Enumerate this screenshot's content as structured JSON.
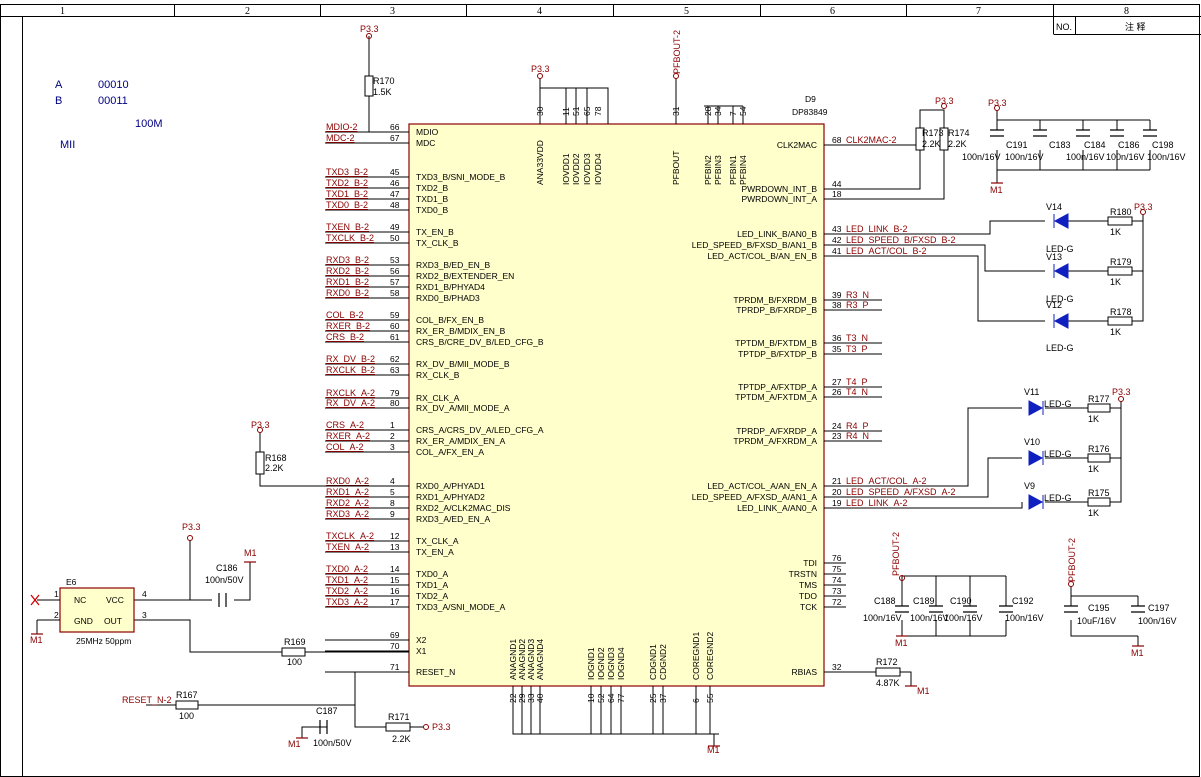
{
  "frame": {
    "columns": [
      "1",
      "2",
      "3",
      "4",
      "5",
      "6",
      "7",
      "8"
    ],
    "notes_header": {
      "no": "NO.",
      "title": "注  释"
    }
  },
  "info": {
    "a_label": "A",
    "a_value": "00010",
    "b_label": "B",
    "b_value": "00011",
    "speed": "100M",
    "mode": "MII"
  },
  "chip": {
    "ref": "D9",
    "part": "DP83849",
    "left_pins": [
      {
        "num": "66",
        "name": "MDIO",
        "net": "MDIO-2"
      },
      {
        "num": "67",
        "name": "MDC",
        "net": "MDC-2"
      },
      {
        "num": "45",
        "name": "TXD3_B/SNI_MODE_B",
        "net": "TXD3_B-2"
      },
      {
        "num": "46",
        "name": "TXD2_B",
        "net": "TXD2_B-2"
      },
      {
        "num": "47",
        "name": "TXD1_B",
        "net": "TXD1_B-2"
      },
      {
        "num": "48",
        "name": "TXD0_B",
        "net": "TXD0_B-2"
      },
      {
        "num": "49",
        "name": "TX_EN_B",
        "net": "TXEN_B-2"
      },
      {
        "num": "50",
        "name": "TX_CLK_B",
        "net": "TXCLK_B-2"
      },
      {
        "num": "53",
        "name": "RXD3_B/ED_EN_B",
        "net": "RXD3_B-2"
      },
      {
        "num": "56",
        "name": "RXD2_B/EXTENDER_EN",
        "net": "RXD2_B-2"
      },
      {
        "num": "57",
        "name": "RXD1_B/PHYAD4",
        "net": "RXD1_B-2"
      },
      {
        "num": "58",
        "name": "RXD0_B/PHAD3",
        "net": "RXD0_B-2"
      },
      {
        "num": "59",
        "name": "COL_B/FX_EN_B",
        "net": "COL_B-2"
      },
      {
        "num": "60",
        "name": "RX_ER_B/MDIX_EN_B",
        "net": "RXER_B-2"
      },
      {
        "num": "61",
        "name": "CRS_B/CRE_DV_B/LED_CFG_B",
        "net": "CRS_B-2"
      },
      {
        "num": "62",
        "name": "RX_DV_B/MII_MODE_B",
        "net": "RX_DV_B-2"
      },
      {
        "num": "63",
        "name": "RX_CLK_B",
        "net": "RXCLK_B-2"
      },
      {
        "num": "79",
        "name": "RX_CLK_A",
        "net": "RXCLK_A-2"
      },
      {
        "num": "80",
        "name": "RX_DV_A/MII_MODE_A",
        "net": "RX_DV_A-2"
      },
      {
        "num": "1",
        "name": "CRS_A/CRS_DV_A/LED_CFG_A",
        "net": "CRS_A-2"
      },
      {
        "num": "2",
        "name": "RX_ER_A/MDIX_EN_A",
        "net": "RXER_A-2"
      },
      {
        "num": "3",
        "name": "COL_A/FX_EN_A",
        "net": "COL_A-2"
      },
      {
        "num": "4",
        "name": "RXD0_A/PHYAD1",
        "net": "RXD0_A-2"
      },
      {
        "num": "5",
        "name": "RXD1_A/PHYAD2",
        "net": "RXD1_A-2"
      },
      {
        "num": "8",
        "name": "RXD2_A/CLK2MAC_DIS",
        "net": "RXD2_A-2"
      },
      {
        "num": "9",
        "name": "RXD3_A/ED_EN_A",
        "net": "RXD3_A-2"
      },
      {
        "num": "12",
        "name": "TX_CLK_A",
        "net": "TXCLK_A-2"
      },
      {
        "num": "13",
        "name": "TX_EN_A",
        "net": "TXEN_A-2"
      },
      {
        "num": "14",
        "name": "TXD0_A",
        "net": "TXD0_A-2"
      },
      {
        "num": "15",
        "name": "TXD1_A",
        "net": "TXD1_A-2"
      },
      {
        "num": "16",
        "name": "TXD2_A",
        "net": "TXD2_A-2"
      },
      {
        "num": "17",
        "name": "TXD3_A/SNI_MODE_A",
        "net": "TXD3_A-2"
      },
      {
        "num": "69",
        "name": "X2",
        "net": ""
      },
      {
        "num": "70",
        "name": "X1",
        "net": ""
      },
      {
        "num": "71",
        "name": "RESET_N",
        "net": ""
      }
    ],
    "right_pins": [
      {
        "num": "68",
        "name": "CLK2MAC",
        "net": "CLK2MAC-2"
      },
      {
        "num": "44",
        "name": "PWRDOWN_INT_B",
        "net": ""
      },
      {
        "num": "18",
        "name": "PWRDOWN_INT_A",
        "net": ""
      },
      {
        "num": "43",
        "name": "LED_LINK_B/AN0_B",
        "net": "LED_LINK_B-2"
      },
      {
        "num": "42",
        "name": "LED_SPEED_B/FXSD_B/AN1_B",
        "net": "LED_SPEED_B/FXSD_B-2"
      },
      {
        "num": "41",
        "name": "LED_ACT/COL_B/AN_EN_B",
        "net": "LED_ACT/COL_B-2"
      },
      {
        "num": "39",
        "name": "TPRDM_B/FXRDM_B",
        "net": "R3_N"
      },
      {
        "num": "38",
        "name": "TPRDP_B/FXRDP_B",
        "net": "R3_P"
      },
      {
        "num": "36",
        "name": "TPTDM_B/FXTDM_B",
        "net": "T3_N"
      },
      {
        "num": "35",
        "name": "TPTDP_B/FXTDP_B",
        "net": "T3_P"
      },
      {
        "num": "27",
        "name": "TPTDP_A/FXTDP_A",
        "net": "T4_P"
      },
      {
        "num": "26",
        "name": "TPTDM_A/FXTDM_A",
        "net": "T4_N"
      },
      {
        "num": "24",
        "name": "TPRDP_A/FXRDP_A",
        "net": "R4_P"
      },
      {
        "num": "23",
        "name": "TPRDM_A/FXRDM_A",
        "net": "R4_N"
      },
      {
        "num": "21",
        "name": "LED_ACT/COL_A/AN_EN_A",
        "net": "LED_ACT/COL_A-2"
      },
      {
        "num": "20",
        "name": "LED_SPEED_A/FXSD_A/AN1_A",
        "net": "LED_SPEED_A/FXSD_A-2"
      },
      {
        "num": "19",
        "name": "LED_LINK_A/AN0_A",
        "net": "LED_LINK_A-2"
      },
      {
        "num": "76",
        "name": "TDI",
        "net": ""
      },
      {
        "num": "75",
        "name": "TRSTN",
        "net": ""
      },
      {
        "num": "74",
        "name": "TMS",
        "net": ""
      },
      {
        "num": "73",
        "name": "TDO",
        "net": ""
      },
      {
        "num": "72",
        "name": "TCK",
        "net": ""
      },
      {
        "num": "32",
        "name": "RBIAS",
        "net": ""
      }
    ],
    "top_pins": [
      {
        "num": "30",
        "name": "ANA33VDD"
      },
      {
        "num": "11",
        "name": "IOVDD1"
      },
      {
        "num": "51",
        "name": "IOVDD2"
      },
      {
        "num": "65",
        "name": "IOVDD3"
      },
      {
        "num": "78",
        "name": "IOVDD4"
      },
      {
        "num": "31",
        "name": "PFBOUT"
      },
      {
        "num": "28",
        "name": "PFBIN2"
      },
      {
        "num": "34",
        "name": "PFBIN3"
      },
      {
        "num": "7",
        "name": "PFBIN1"
      },
      {
        "num": "54",
        "name": "PFBIN4"
      }
    ],
    "bottom_pins": [
      {
        "num": "22",
        "name": "ANAGND1"
      },
      {
        "num": "29",
        "name": "ANAGND2"
      },
      {
        "num": "33",
        "name": "ANAGND3"
      },
      {
        "num": "40",
        "name": "ANAGND4"
      },
      {
        "num": "10",
        "name": "IOGND1"
      },
      {
        "num": "52",
        "name": "IOGND2"
      },
      {
        "num": "64",
        "name": "IOGND3"
      },
      {
        "num": "77",
        "name": "IOGND4"
      },
      {
        "num": "25",
        "name": "CDGND1"
      },
      {
        "num": "37",
        "name": "CDGND2"
      },
      {
        "num": "6",
        "name": "COREGND1"
      },
      {
        "num": "55",
        "name": "COREGND2"
      }
    ]
  },
  "components": {
    "r170": {
      "ref": "R170",
      "value": "1.5K"
    },
    "r168": {
      "ref": "R168",
      "value": "2.2K"
    },
    "r169": {
      "ref": "R169",
      "value": "100"
    },
    "r167": {
      "ref": "R167",
      "value": "100"
    },
    "r171": {
      "ref": "R171",
      "value": "2.2K"
    },
    "r172": {
      "ref": "R172",
      "value": "4.87K"
    },
    "r173": {
      "ref": "R173",
      "value": "2.2K"
    },
    "r174": {
      "ref": "R174",
      "value": "2.2K"
    },
    "r180": {
      "ref": "R180",
      "value": "1K"
    },
    "r179": {
      "ref": "R179",
      "value": "1K"
    },
    "r178": {
      "ref": "R178",
      "value": "1K"
    },
    "r177": {
      "ref": "R177",
      "value": "1K"
    },
    "r176": {
      "ref": "R176",
      "value": "1K"
    },
    "r175": {
      "ref": "R175",
      "value": "1K"
    },
    "c186": {
      "ref": "C186",
      "value": "100n/50V"
    },
    "c187": {
      "ref": "C187",
      "value": "100n/50V"
    },
    "caps_top": [
      {
        "ref": "C191",
        "value": "100n/16V"
      },
      {
        "ref": "C183",
        "value": "100n/16V"
      },
      {
        "ref": "C184",
        "value": "100n/16V"
      },
      {
        "ref": "C186",
        "value": "100n/16V"
      },
      {
        "ref": "C198",
        "value": "100n/16V"
      }
    ],
    "caps_bot": [
      {
        "ref": "C188",
        "value": "100n/16V"
      },
      {
        "ref": "C189",
        "value": "100n/16V"
      },
      {
        "ref": "C190",
        "value": "100n/16V"
      },
      {
        "ref": "C192",
        "value": "100n/16V"
      }
    ],
    "c195": {
      "ref": "C195",
      "value": "10uF/16V"
    },
    "c197": {
      "ref": "C197",
      "value": "100n/16V"
    },
    "leds": [
      {
        "ref": "V14",
        "type": "LED-G"
      },
      {
        "ref": "V13",
        "type": "LED-G"
      },
      {
        "ref": "V12",
        "type": "LED-G"
      },
      {
        "ref": "V11",
        "type": "LED-G"
      },
      {
        "ref": "V10",
        "type": "LED-G"
      },
      {
        "ref": "V9",
        "type": "LED-G"
      }
    ],
    "osc": {
      "ref": "E6",
      "pin1": "NC",
      "pin2": "GND",
      "pin3": "OUT",
      "pin4": "VCC",
      "freq": "25MHz 50ppm",
      "n1": "1",
      "n2": "2",
      "n3": "3",
      "n4": "4"
    }
  },
  "power": {
    "p33": "P3.3",
    "gnd": "M1",
    "pfbout": "PFBOUT-2"
  },
  "nets": {
    "reset": "RESET_N-2"
  }
}
